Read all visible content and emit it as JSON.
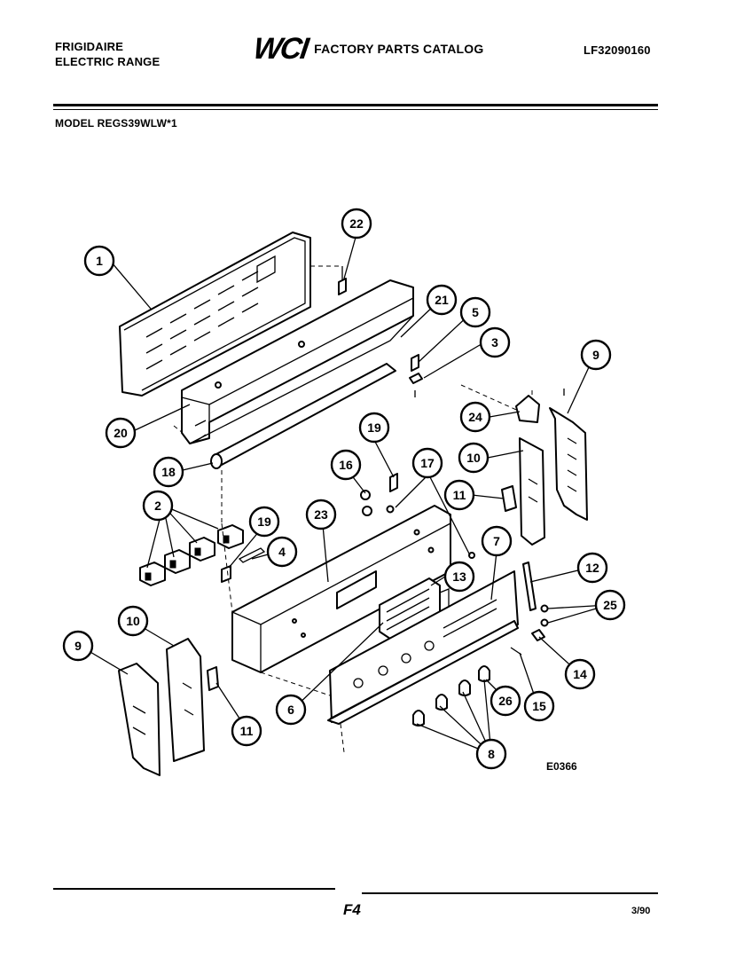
{
  "header": {
    "brand_line1": "FRIGIDAIRE",
    "brand_line2": "ELECTRIC RANGE",
    "logo": "WCI",
    "catalog_title": "FACTORY PARTS CATALOG",
    "catalog_id": "LF32090160",
    "model": "MODEL REGS39WLW*1"
  },
  "diagram": {
    "code": "E0366",
    "callouts": [
      "1",
      "22",
      "21",
      "5",
      "3",
      "9",
      "24",
      "20",
      "19",
      "10",
      "18",
      "16",
      "17",
      "11",
      "2",
      "19",
      "23",
      "4",
      "7",
      "12",
      "13",
      "25",
      "10",
      "9",
      "14",
      "6",
      "26",
      "15",
      "11",
      "8"
    ]
  },
  "footer": {
    "page": "F4",
    "date": "3/90"
  }
}
